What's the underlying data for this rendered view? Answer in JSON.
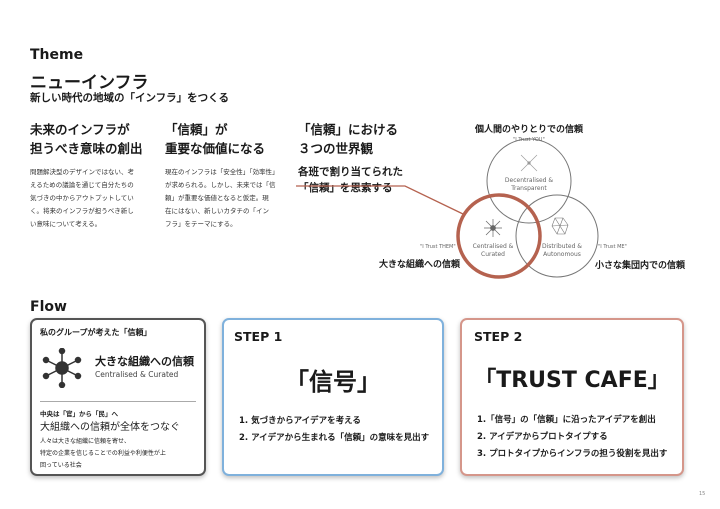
{
  "header": {
    "theme": "Theme",
    "title": "ニューインフラ",
    "subtitle": "新しい時代の地域の「インフラ」をつくる"
  },
  "columns": [
    {
      "title": [
        "未来のインフラが",
        "担うべき意味の創出"
      ],
      "body": [
        "問題解決型のデザインではない、考",
        "えるための議論を通じて自分たちの",
        "気づきの中からアウトプットしてい",
        "く。将来のインフラが担うべき新し",
        "い意味について考える。"
      ]
    },
    {
      "title": [
        "「信頼」が",
        "重要な価値になる"
      ],
      "body": [
        "現在のインフラは「安全性」「効率性」",
        "が求められる。しかし、未来では「信",
        "頼」が重要な価値となると仮定。現",
        "在にはない、新しいカタチの「イン",
        "フラ」をテーマにする。"
      ]
    },
    {
      "title": [
        "「信頼」における",
        "３つの世界観"
      ],
      "sub": [
        "各班で割り当てられた",
        "「信頼」を思索する"
      ]
    }
  ],
  "venn": {
    "top": {
      "label": "個人間のやりとりでの信頼",
      "quote": "\"I Trust YOU\"",
      "text": [
        "Decentralised &",
        "Transparent"
      ]
    },
    "left": {
      "label": "大きな組織への信頼",
      "quote": "\"I Trust THEM\"",
      "text": [
        "Centralised &",
        "Curated"
      ]
    },
    "right": {
      "label": "小さな集団内での信頼",
      "quote": "\"I Trust ME\"",
      "text": [
        "Distributed &",
        "Autonomous"
      ]
    },
    "highlight_color": "#b5624f"
  },
  "flow": {
    "title": "Flow",
    "card1": {
      "heading": "私のグループが考えた「信頼」",
      "main": "大きな組織への信頼",
      "main_en": "Centralised & Curated",
      "small": "中央は「官」から「民」へ",
      "headline": "大組織への信頼が全体をつなぐ",
      "body": [
        "人々は大きな組織に信頼を寄せ、",
        "特定の企業を信じることでの利益や利便性が上",
        "回っている社会"
      ]
    },
    "card2": {
      "step": "STEP 1",
      "title": "「信号」",
      "items": [
        "1. 気づきからアイデアを考える",
        "2. アイデアから生まれる「信頼」の意味を見出す"
      ],
      "border": "#7fb1dc"
    },
    "card3": {
      "step": "STEP 2",
      "title": "「TRUST CAFE」",
      "items": [
        "1.「信号」の「信頼」に沿ったアイデアを創出",
        "2. アイデアからプロトタイプする",
        "3. プロトタイプからインフラの担う役割を見出す"
      ],
      "border": "#d5968a"
    }
  },
  "page_number": "15"
}
